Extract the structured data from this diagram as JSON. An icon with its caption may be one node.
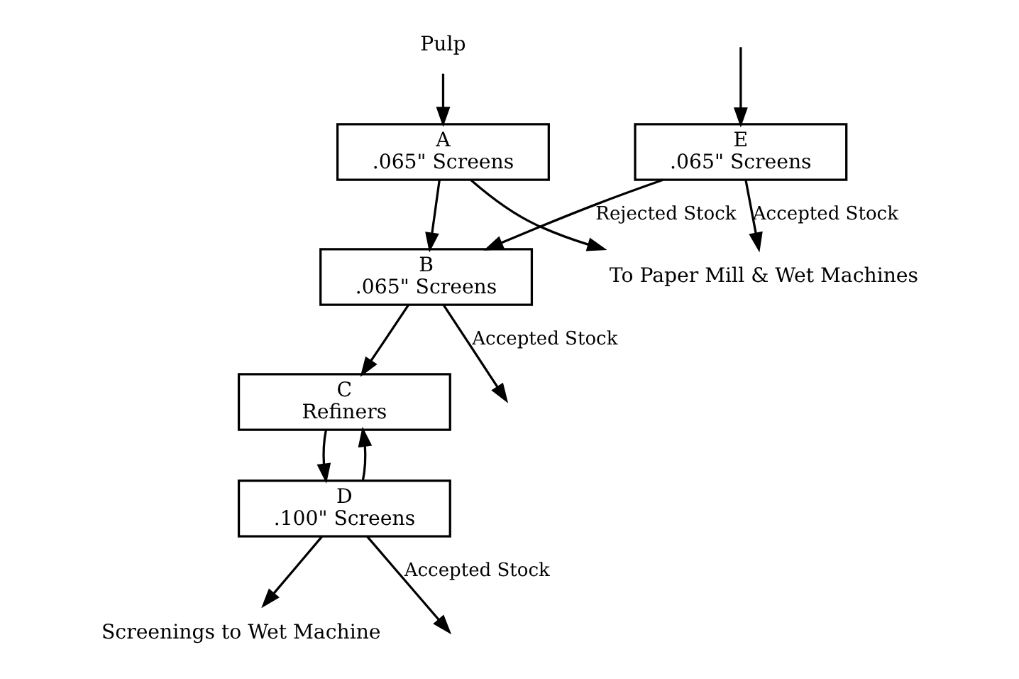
{
  "diagram": {
    "nodes": [
      {
        "text": [
          "Pulp"
        ]
      },
      {
        "text": [
          "A",
          ".065\" Screens"
        ]
      },
      {
        "text": [
          "E",
          ".065\" Screens"
        ]
      },
      {
        "text": [
          "B",
          ".065\" Screens"
        ]
      },
      {
        "text": [
          "C",
          "Refiners"
        ]
      },
      {
        "text": [
          "D",
          ".100\" Screens"
        ]
      },
      {
        "text": [
          "To Paper Mill & Wet Machines"
        ]
      },
      {
        "text": [
          "Screenings to Wet Machine"
        ]
      }
    ],
    "edges": [
      {
        "from": 0,
        "to": 1,
        "arrow": "to"
      },
      {
        "from": 1,
        "to": 6,
        "arrow": "to"
      },
      {
        "from": 2,
        "to": 6,
        "arrow": "to",
        "label": "Accepted Stock"
      },
      {
        "from": 2,
        "to": 3,
        "arrow": "to",
        "label": "Rejected Stock"
      },
      {
        "from": 1,
        "to": 3,
        "arrow": "to"
      },
      {
        "from": null,
        "to": 2,
        "arrow": "to"
      },
      {
        "from": 3,
        "to": null,
        "arrow": "to",
        "label": "Accepted Stock"
      },
      {
        "from": 3,
        "to": 4,
        "arrow": "to"
      },
      {
        "from": 5,
        "to": 4,
        "arrow": "to"
      },
      {
        "from": 4,
        "to": 5,
        "arrow": "to"
      },
      {
        "from": 5,
        "to": 7,
        "arrow": "to"
      },
      {
        "from": 5,
        "to": null,
        "arrow": "to",
        "label": "Accepted Stock"
      }
    ]
  }
}
